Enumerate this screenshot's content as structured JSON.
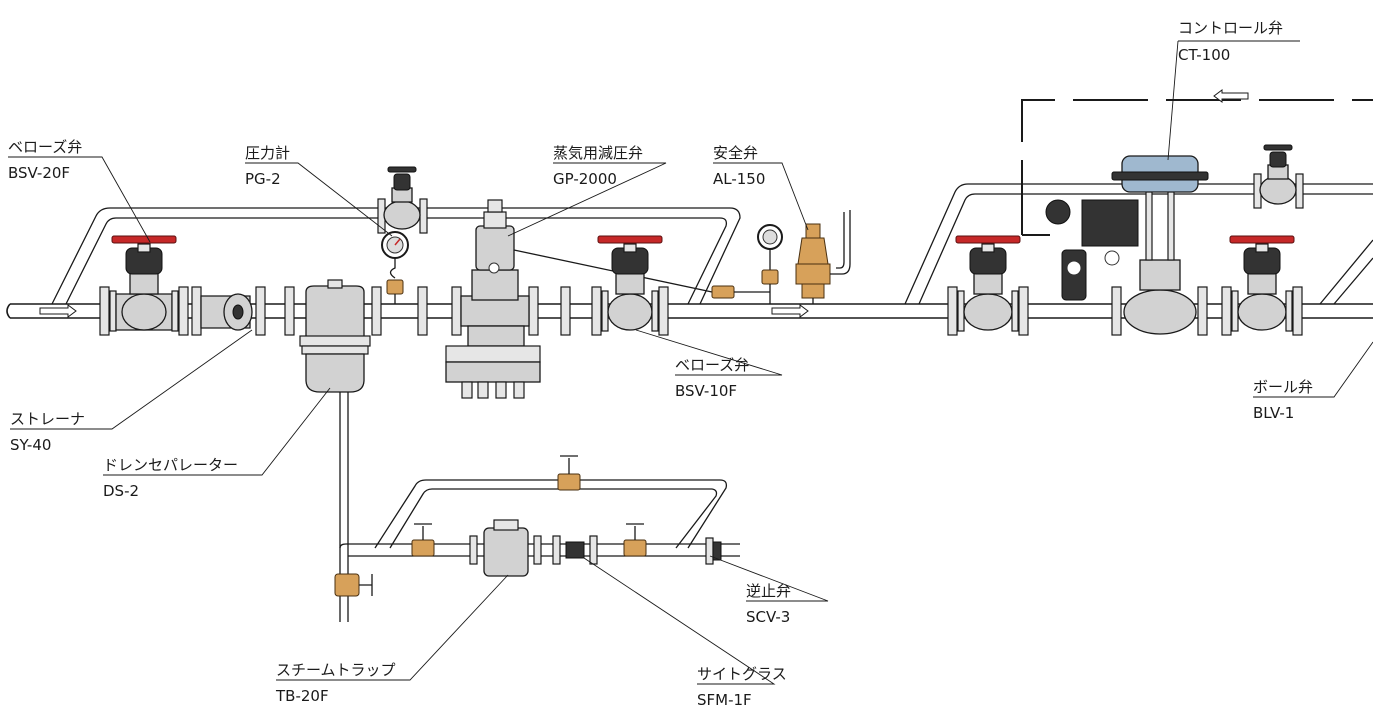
{
  "labels": {
    "bsv20f": {
      "name": "ベローズ弁",
      "model": "BSV-20F"
    },
    "pg2": {
      "name": "圧力計",
      "model": "PG-2"
    },
    "gp2000": {
      "name": "蒸気用減圧弁",
      "model": "GP-2000"
    },
    "al150": {
      "name": "安全弁",
      "model": "AL-150"
    },
    "ct100": {
      "name": "コントロール弁",
      "model": "CT-100"
    },
    "bsv10f": {
      "name": "ベローズ弁",
      "model": "BSV-10F"
    },
    "blv1": {
      "name": "ボール弁",
      "model": "BLV-1"
    },
    "sy40": {
      "name": "ストレーナ",
      "model": "SY-40"
    },
    "ds2": {
      "name": "ドレンセパレーター",
      "model": "DS-2"
    },
    "scv3": {
      "name": "逆止弁",
      "model": "SCV-3"
    },
    "tb20f": {
      "name": "スチームトラップ",
      "model": "TB-20F"
    },
    "sfm1f": {
      "name": "サイトグラス",
      "model": "SFM-1F"
    }
  },
  "colors": {
    "line": "#1a1a1a",
    "handwheel": "#c62828",
    "brass": "#d7a15a",
    "actuator": "#9fb8cf",
    "body": "#d2d2d2"
  },
  "icons": {
    "flow_arrow": "flow-arrow-icon"
  }
}
